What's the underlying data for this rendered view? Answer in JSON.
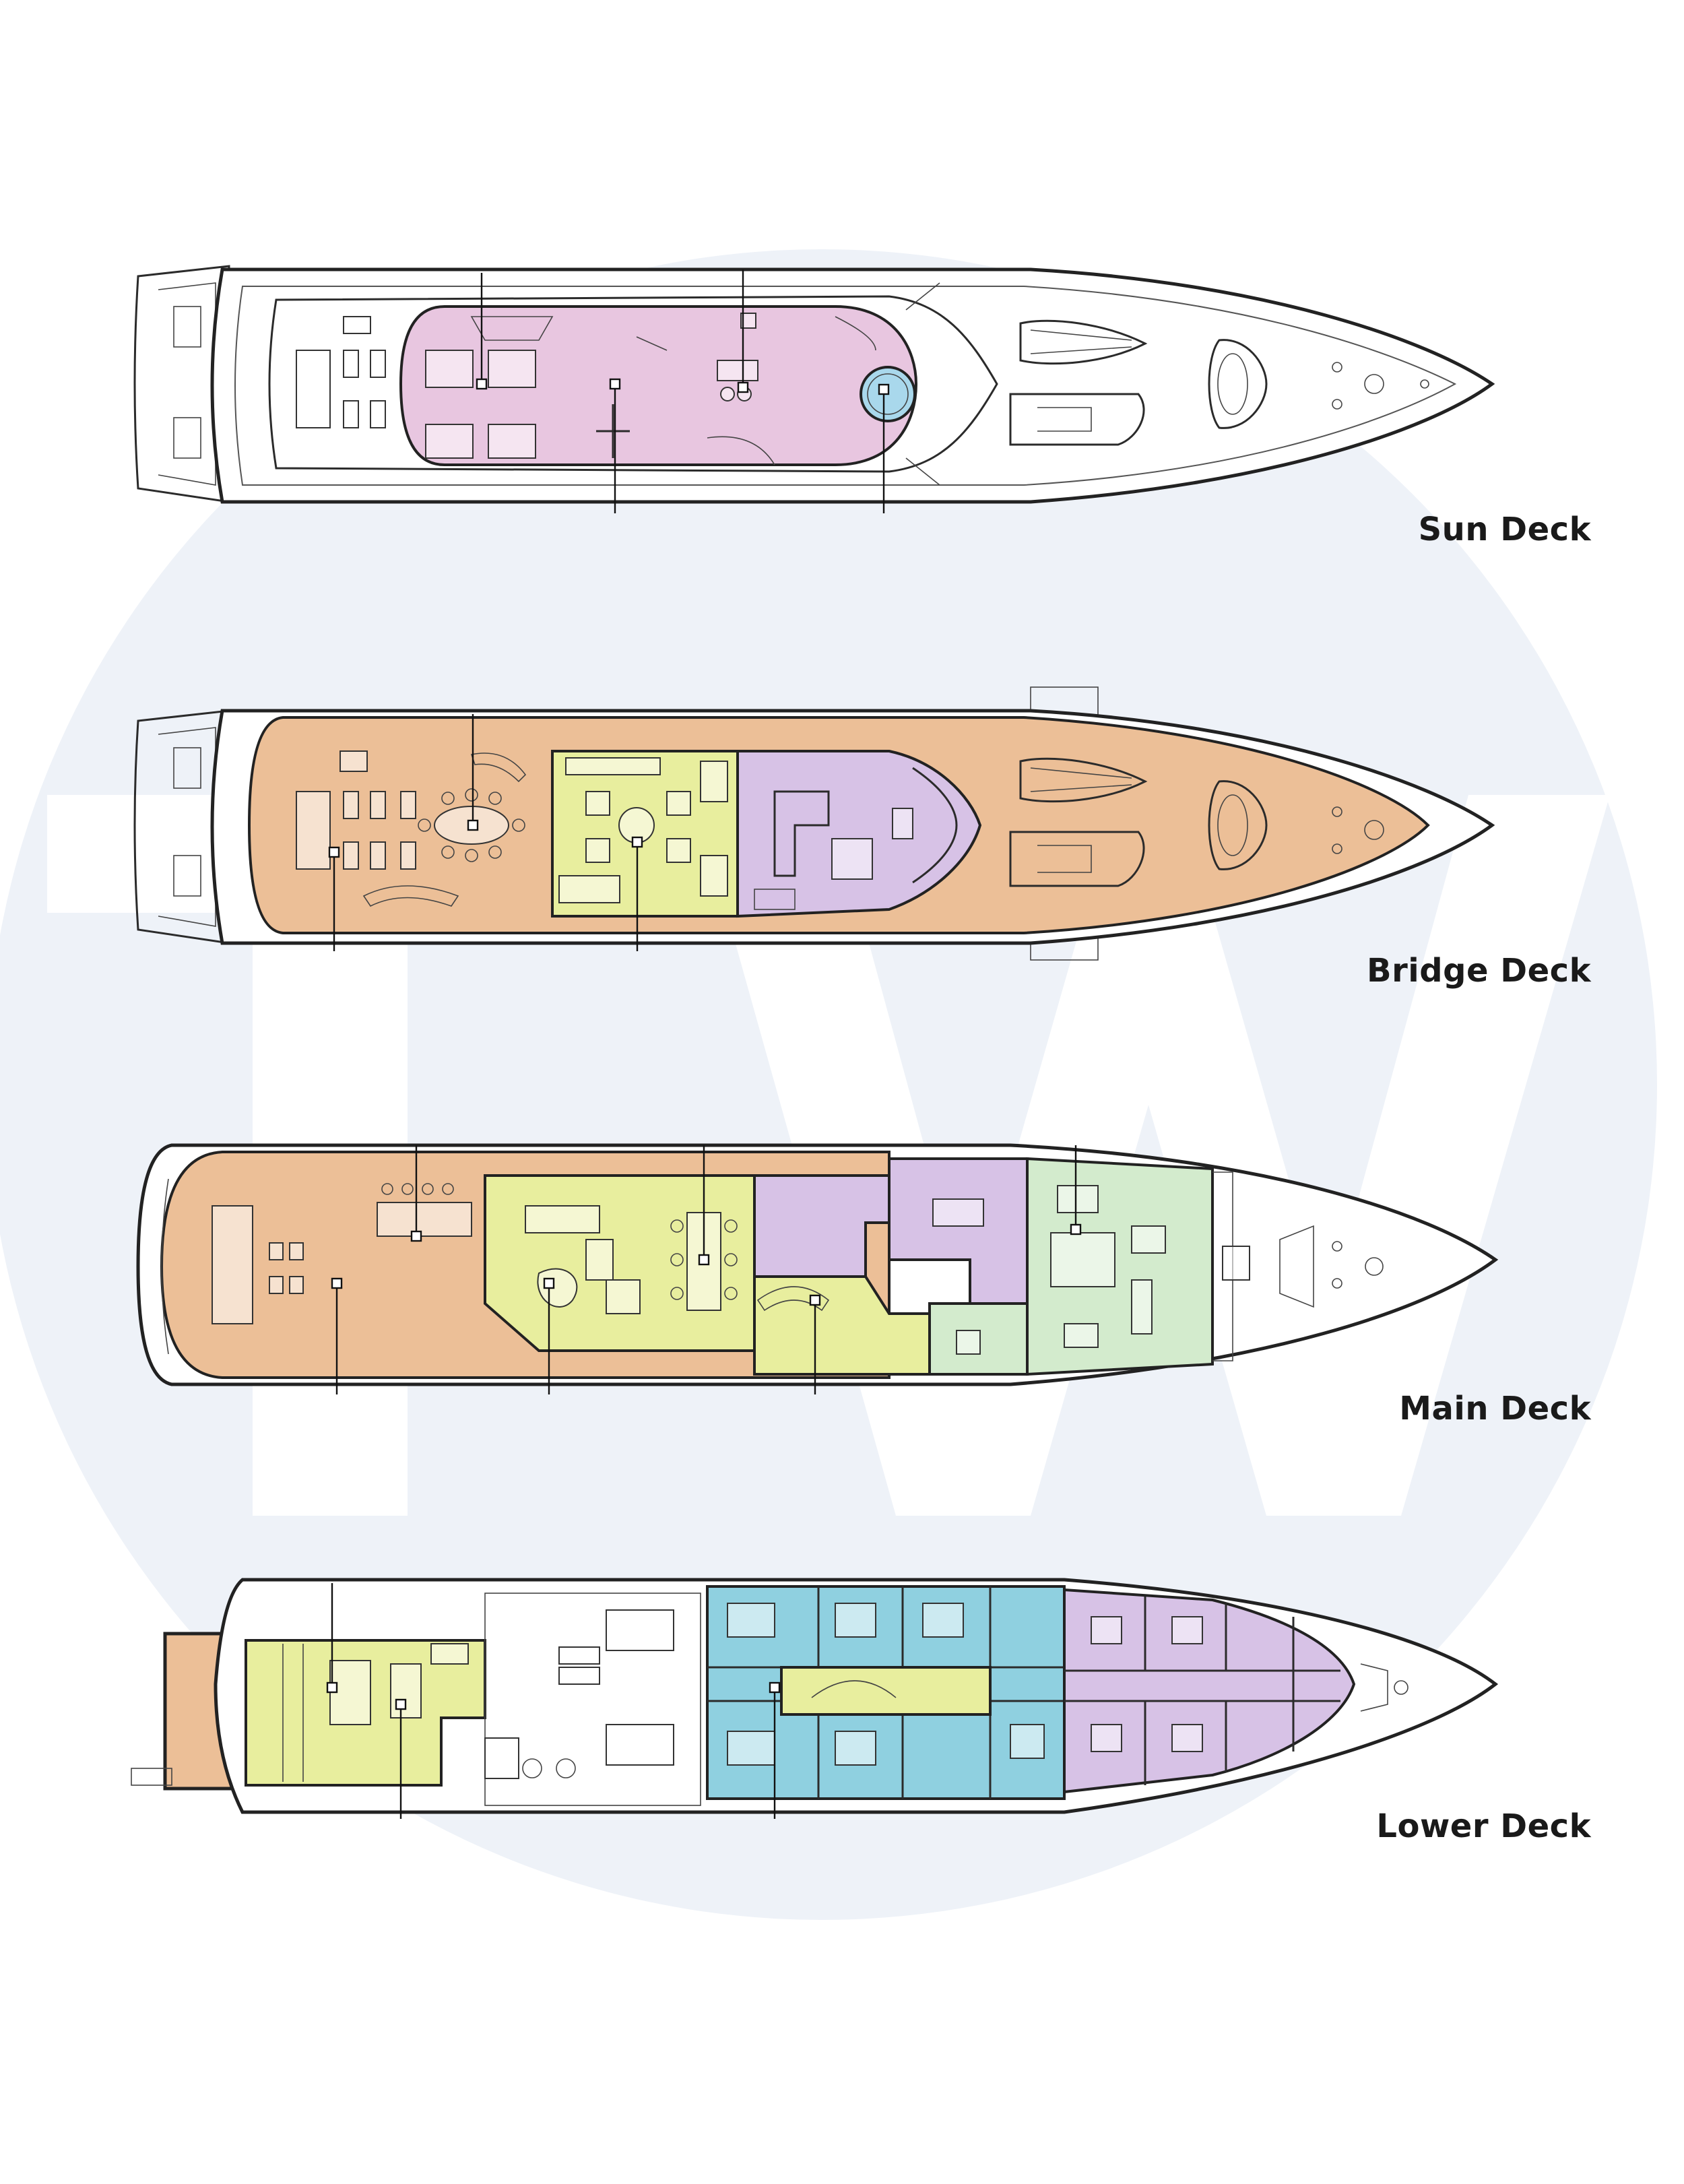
{
  "watermark": {
    "letters": "TW",
    "circle_color": "#eef2f8",
    "letter_color": "#ffffff"
  },
  "zone_colors": {
    "pink": "#e8c6e0",
    "blue": "#a9d8ec",
    "tan": "#ecbf97",
    "yellow": "#e8ee9e",
    "lavender": "#d7c2e6",
    "mint": "#d3ebcd",
    "teal": "#8fd0e0",
    "white": "#ffffff"
  },
  "decks": [
    {
      "id": "sun",
      "label": "Sun Deck"
    },
    {
      "id": "bridge",
      "label": "Bridge Deck"
    },
    {
      "id": "main",
      "label": "Main Deck"
    },
    {
      "id": "lower",
      "label": "Lower Deck"
    }
  ]
}
